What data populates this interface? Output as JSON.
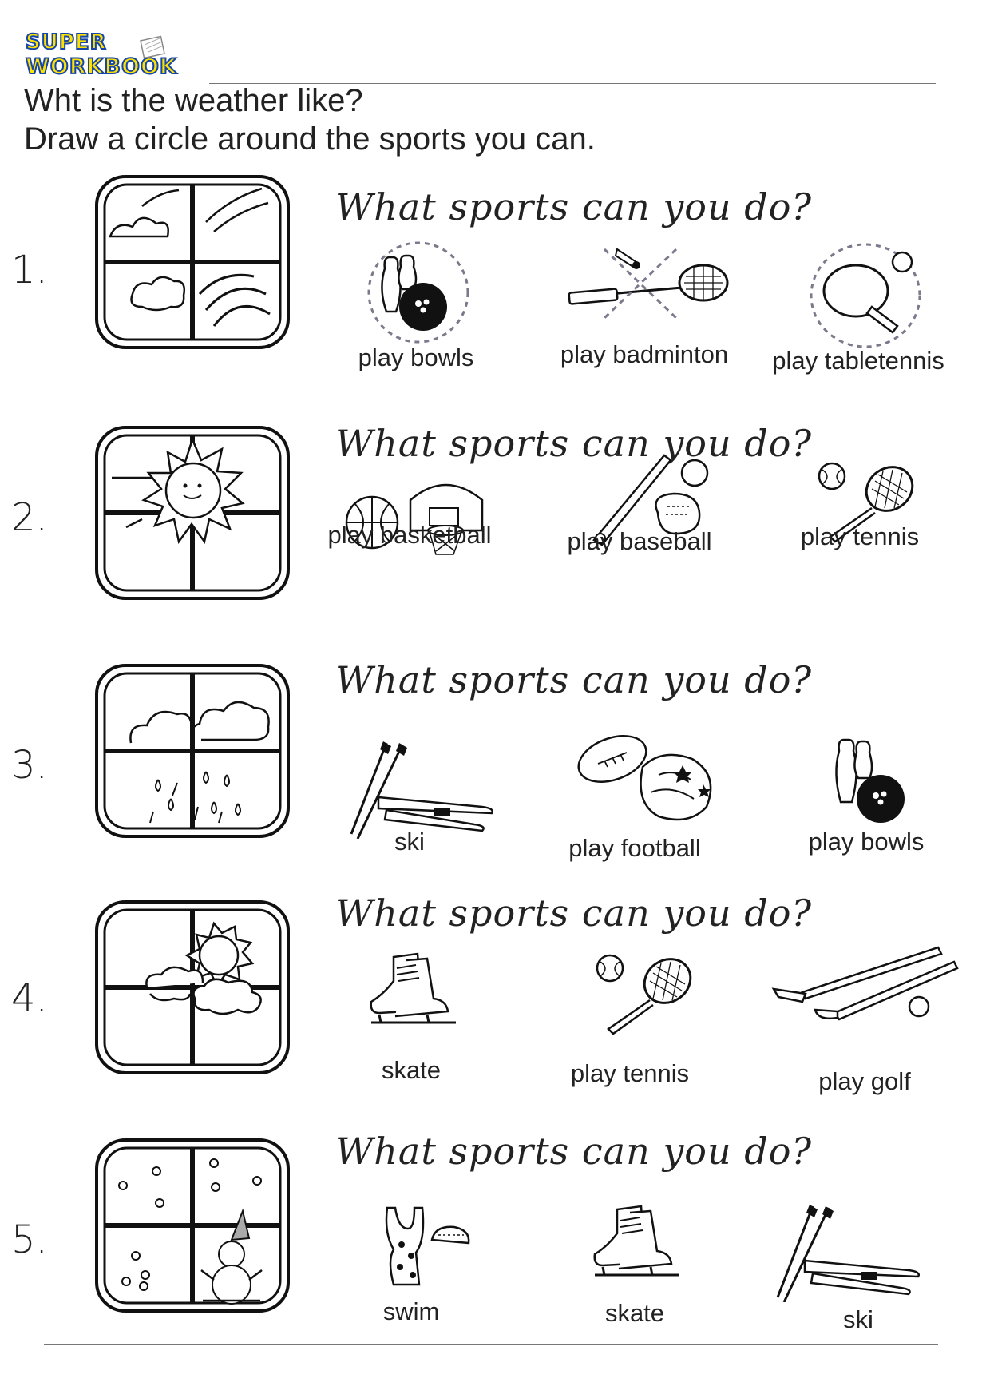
{
  "brand": {
    "line1": "SUPER",
    "line2": "WORKBOOK"
  },
  "instructions": {
    "line1": "Wht is the weather like?",
    "line2": "Draw a circle around the sports you can."
  },
  "rows": [
    {
      "number": "1.",
      "weather": "windy",
      "question": "What sports can you do?",
      "sports": [
        {
          "label": "play bowls",
          "icon": "bowls-icon",
          "mark": "circled"
        },
        {
          "label": "play badminton",
          "icon": "badminton-icon",
          "mark": "crossed"
        },
        {
          "label": "play tabletennis",
          "icon": "table-tennis-icon",
          "mark": "circled"
        }
      ]
    },
    {
      "number": "2.",
      "weather": "sunny",
      "question": "What sports can you do?",
      "sports": [
        {
          "label": "play basketball",
          "icon": "basketball-icon"
        },
        {
          "label": "play baseball",
          "icon": "baseball-icon"
        },
        {
          "label": "play tennis",
          "icon": "tennis-icon"
        }
      ]
    },
    {
      "number": "3.",
      "weather": "rainy",
      "question": "What sports can you do?",
      "sports": [
        {
          "label": "ski",
          "icon": "ski-icon"
        },
        {
          "label": "play football",
          "icon": "football-icon"
        },
        {
          "label": "play bowls",
          "icon": "bowls-icon"
        }
      ]
    },
    {
      "number": "4.",
      "weather": "partly-cloudy",
      "question": "What sports can you do?",
      "sports": [
        {
          "label": "skate",
          "icon": "skate-icon"
        },
        {
          "label": "play tennis",
          "icon": "tennis-icon"
        },
        {
          "label": "play golf",
          "icon": "golf-icon"
        }
      ]
    },
    {
      "number": "5.",
      "weather": "snowy",
      "question": "What sports can you do?",
      "sports": [
        {
          "label": "swim",
          "icon": "swim-icon"
        },
        {
          "label": "skate",
          "icon": "skate-icon"
        },
        {
          "label": "ski",
          "icon": "ski-icon"
        }
      ]
    }
  ]
}
